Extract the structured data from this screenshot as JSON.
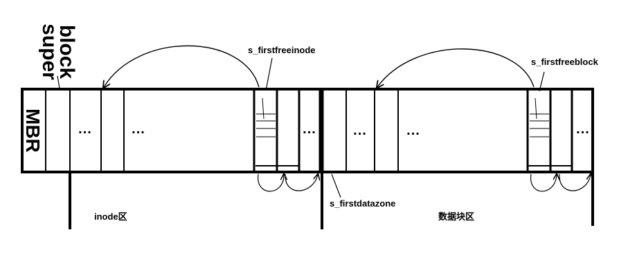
{
  "labels": {
    "mbr": "MBR",
    "super_block_line1": "block",
    "super_block_line2": "super",
    "s_firstfreeinode": "s_firstfreeinode",
    "s_firstfreeblock": "s_firstfreeblock",
    "s_firstdatazone": "s_firstdatazone",
    "inode_zone": "inode区",
    "data_zone": "数据块区",
    "ellipsis": "..."
  }
}
